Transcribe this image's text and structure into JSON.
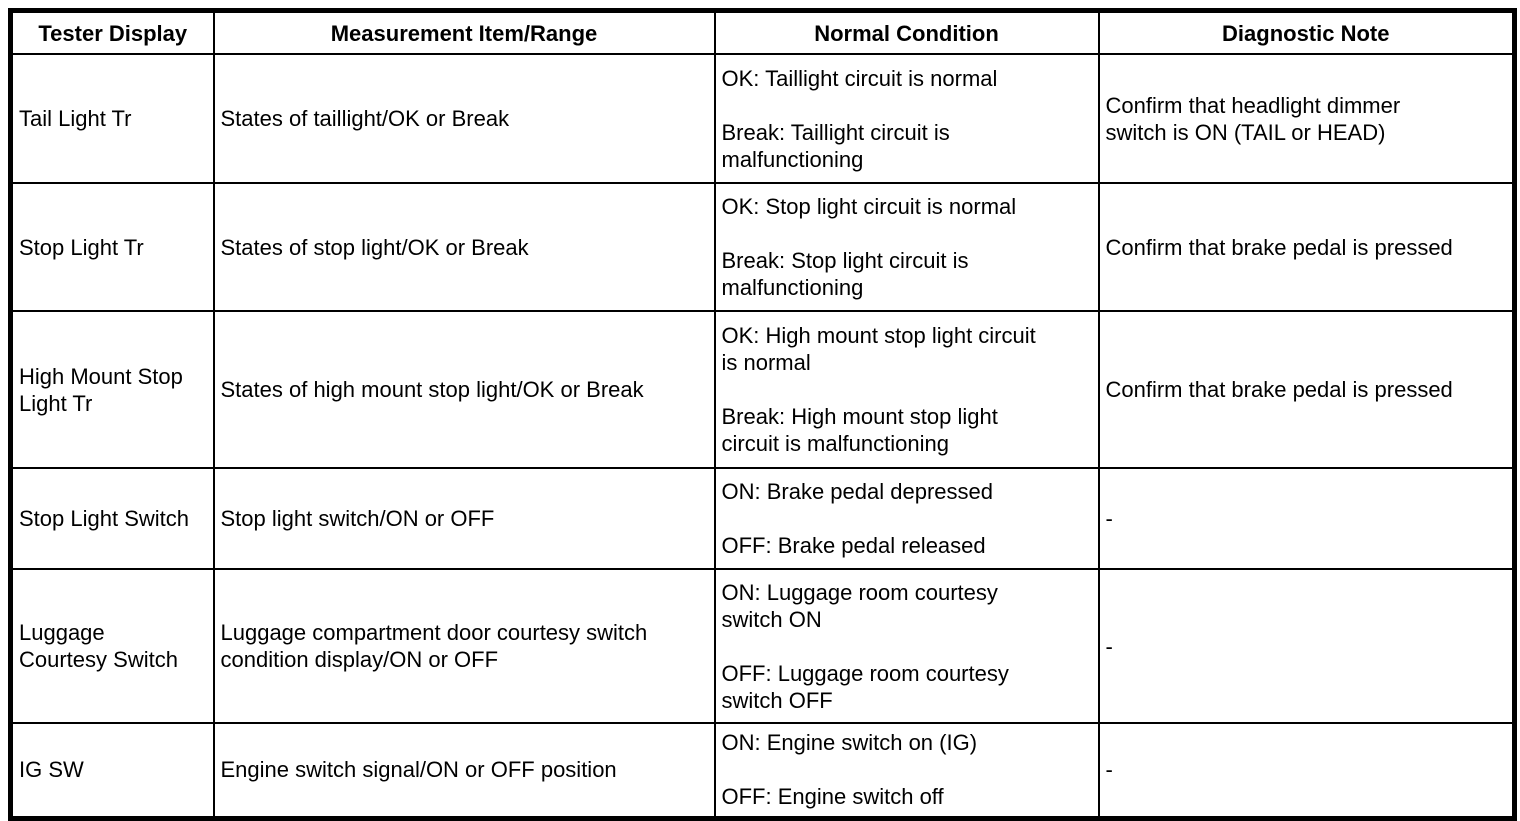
{
  "table": {
    "columns": [
      "Tester Display",
      "Measurement Item/Range",
      "Normal Condition",
      "Diagnostic Note"
    ],
    "rows": [
      {
        "tester_display": "Tail Light Tr",
        "measurement_item_range": "States of taillight/OK or Break",
        "normal_condition": [
          "OK: Taillight circuit is normal",
          "Break: Taillight circuit is malfunctioning"
        ],
        "diagnostic_note": "Confirm that headlight dimmer switch is ON (TAIL or HEAD)"
      },
      {
        "tester_display": "Stop Light Tr",
        "measurement_item_range": "States of stop light/OK or Break",
        "normal_condition": [
          "OK: Stop light circuit is normal",
          "Break: Stop light circuit is malfunctioning"
        ],
        "diagnostic_note": "Confirm that brake pedal is pressed"
      },
      {
        "tester_display": "High Mount Stop Light Tr",
        "measurement_item_range": "States of high mount stop light/OK or Break",
        "normal_condition": [
          "OK: High mount stop light circuit is normal",
          "Break: High mount stop light circuit is malfunctioning"
        ],
        "diagnostic_note": "Confirm that brake pedal is pressed"
      },
      {
        "tester_display": "Stop Light Switch",
        "measurement_item_range": "Stop light switch/ON or OFF",
        "normal_condition": [
          "ON: Brake pedal depressed",
          "OFF: Brake pedal released"
        ],
        "diagnostic_note": "-"
      },
      {
        "tester_display": "Luggage Courtesy Switch",
        "measurement_item_range": "Luggage compartment door courtesy switch condition display/ON or OFF",
        "normal_condition": [
          "ON: Luggage room courtesy switch ON",
          "OFF: Luggage room courtesy switch OFF"
        ],
        "diagnostic_note": "-"
      },
      {
        "tester_display": "IG SW",
        "measurement_item_range": "Engine switch signal/ON or OFF position",
        "normal_condition": [
          "ON: Engine switch on (IG)",
          "OFF: Engine switch off"
        ],
        "diagnostic_note": "-"
      }
    ]
  }
}
